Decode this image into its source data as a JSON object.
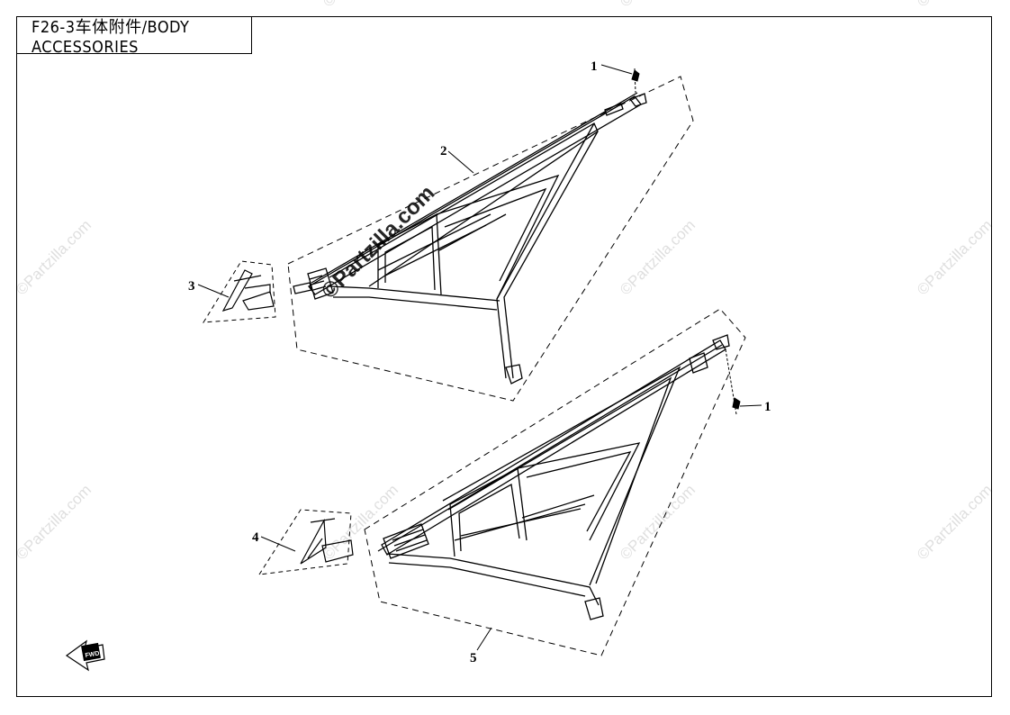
{
  "title": "F26-3车体附件/BODY ACCESSORIES",
  "watermark": "©Partzilla.com",
  "fwd_label": "FWD",
  "callouts": [
    {
      "id": "1",
      "label": "1"
    },
    {
      "id": "1b",
      "label": "1"
    },
    {
      "id": "2",
      "label": "2"
    },
    {
      "id": "3",
      "label": "3"
    },
    {
      "id": "4",
      "label": "4"
    },
    {
      "id": "5",
      "label": "5"
    }
  ]
}
